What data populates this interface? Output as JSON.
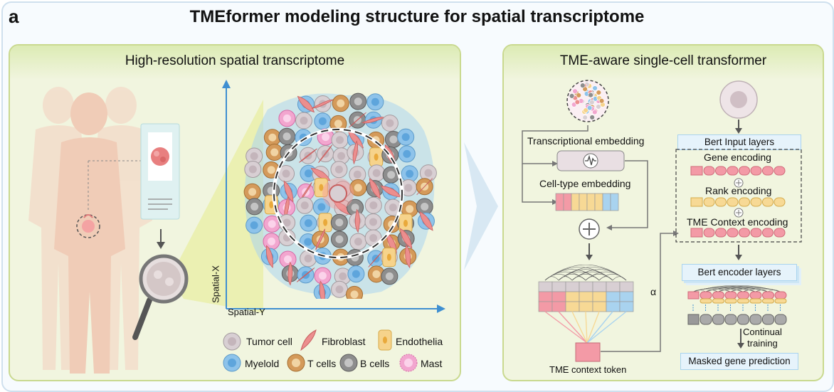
{
  "panel_letter": "a",
  "title": "TMEformer modeling structure for spatial transcriptome",
  "left_panel": {
    "title": "High-resolution spatial transcriptome",
    "axis_x": "Spatial-Y",
    "axis_y": "Spatial-X",
    "legend": [
      {
        "label": "Tumor cell",
        "icon": "tumor-cell-icon"
      },
      {
        "label": "Fibroblast",
        "icon": "fibroblast-icon"
      },
      {
        "label": "Endothelia",
        "icon": "endothelia-icon"
      },
      {
        "label": "Myelold",
        "icon": "myeloid-icon"
      },
      {
        "label": "T cells",
        "icon": "t-cell-icon"
      },
      {
        "label": "B cells",
        "icon": "b-cell-icon"
      },
      {
        "label": "Mast",
        "icon": "mast-icon"
      }
    ]
  },
  "right_panel": {
    "title": "TME-aware single-cell transformer",
    "transcriptional_embedding": "Transcriptional embedding",
    "celltype_embedding": "Cell-type embedding",
    "context_token": "TME context token",
    "alpha": "α",
    "bert_input": "Bert Input layers",
    "gene_encoding": "Gene encoding",
    "rank_encoding": "Rank encoding",
    "tme_encoding": "TME Context encoding",
    "bert_encoder": "Bert encoder layers",
    "continual_training": "Continual\ntraining",
    "masked_prediction": "Masked gene prediction"
  },
  "colors": {
    "tumor": "#d8cfd3",
    "myeloid": "#8ec3ea",
    "tcell": "#d49a5a",
    "bcell": "#8d8d8d",
    "mast": "#f2a6cf",
    "fibroblast": "#ec8e8e",
    "endothelia": "#f6d38b",
    "gene": "#f39aa6",
    "rank": "#f7d995",
    "blue": "#a9d3ef"
  }
}
